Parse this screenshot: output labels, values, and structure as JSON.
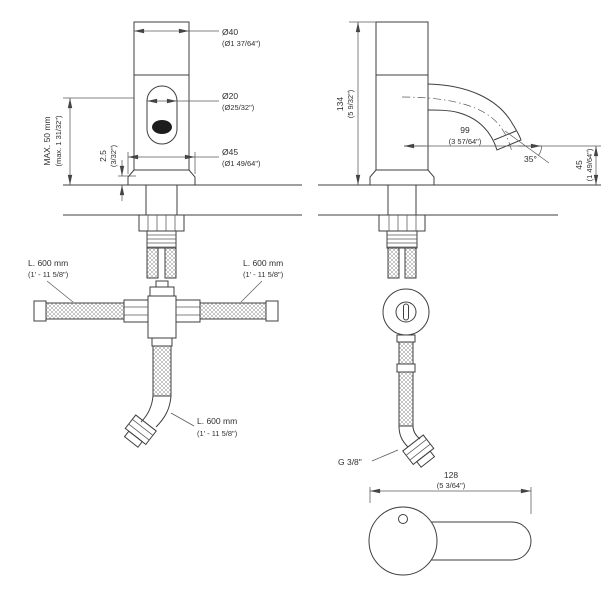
{
  "drawing": {
    "front_view": {
      "top_diameter_mm": "Ø40",
      "top_diameter_in": "(Ø1 37/64\")",
      "slot_diameter_mm": "Ø20",
      "slot_diameter_in": "(Ø25/32\")",
      "base_diameter_mm": "Ø45",
      "base_diameter_in": "(Ø1 49/64\")",
      "max_deck_mm": "MAX. 50 mm",
      "max_deck_in": "(max. 1 31/32\")",
      "collar_mm": "2.5",
      "collar_in": "(3/32\")"
    },
    "side_view": {
      "height_mm": "134",
      "height_in": "(5 9/32\")",
      "reach_mm": "99",
      "reach_in": "(3 57/64\")",
      "spout_angle": "35°",
      "outlet_height_mm": "45",
      "outlet_height_in": "(1 49/64\")"
    },
    "hoses": {
      "left_length_mm": "L. 600 mm",
      "left_length_in": "(1' - 11 5/8\")",
      "right_length_mm": "L. 600 mm",
      "right_length_in": "(1' - 11 5/8\")",
      "bottom_length_mm": "L. 600 mm",
      "bottom_length_in": "(1' - 11 5/8\")",
      "thread_size": "G 3/8\""
    },
    "handle_view": {
      "length_mm": "128",
      "length_in": "(5 3/64\")"
    },
    "colors": {
      "line": "#3f3f3f",
      "dimension": "#5a5a5a",
      "text": "#303030",
      "background": "#ffffff"
    }
  }
}
